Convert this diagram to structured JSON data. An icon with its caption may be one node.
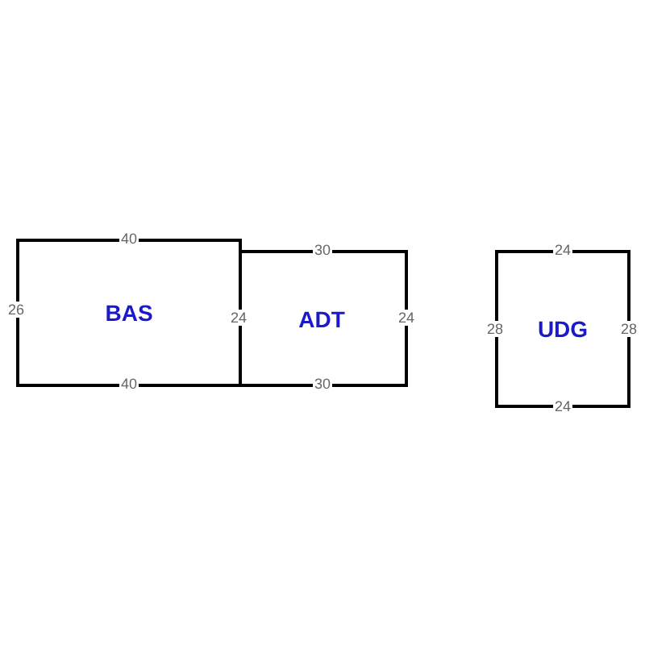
{
  "diagram": {
    "nodes": [
      {
        "text": [
          "BAS"
        ]
      },
      {
        "text": [
          "ADT"
        ]
      },
      {
        "text": [
          "UDG"
        ]
      }
    ],
    "labels": [
      "40",
      "30",
      "24",
      "26",
      "24",
      "24",
      "28",
      "28",
      "40",
      "30",
      "24"
    ]
  }
}
